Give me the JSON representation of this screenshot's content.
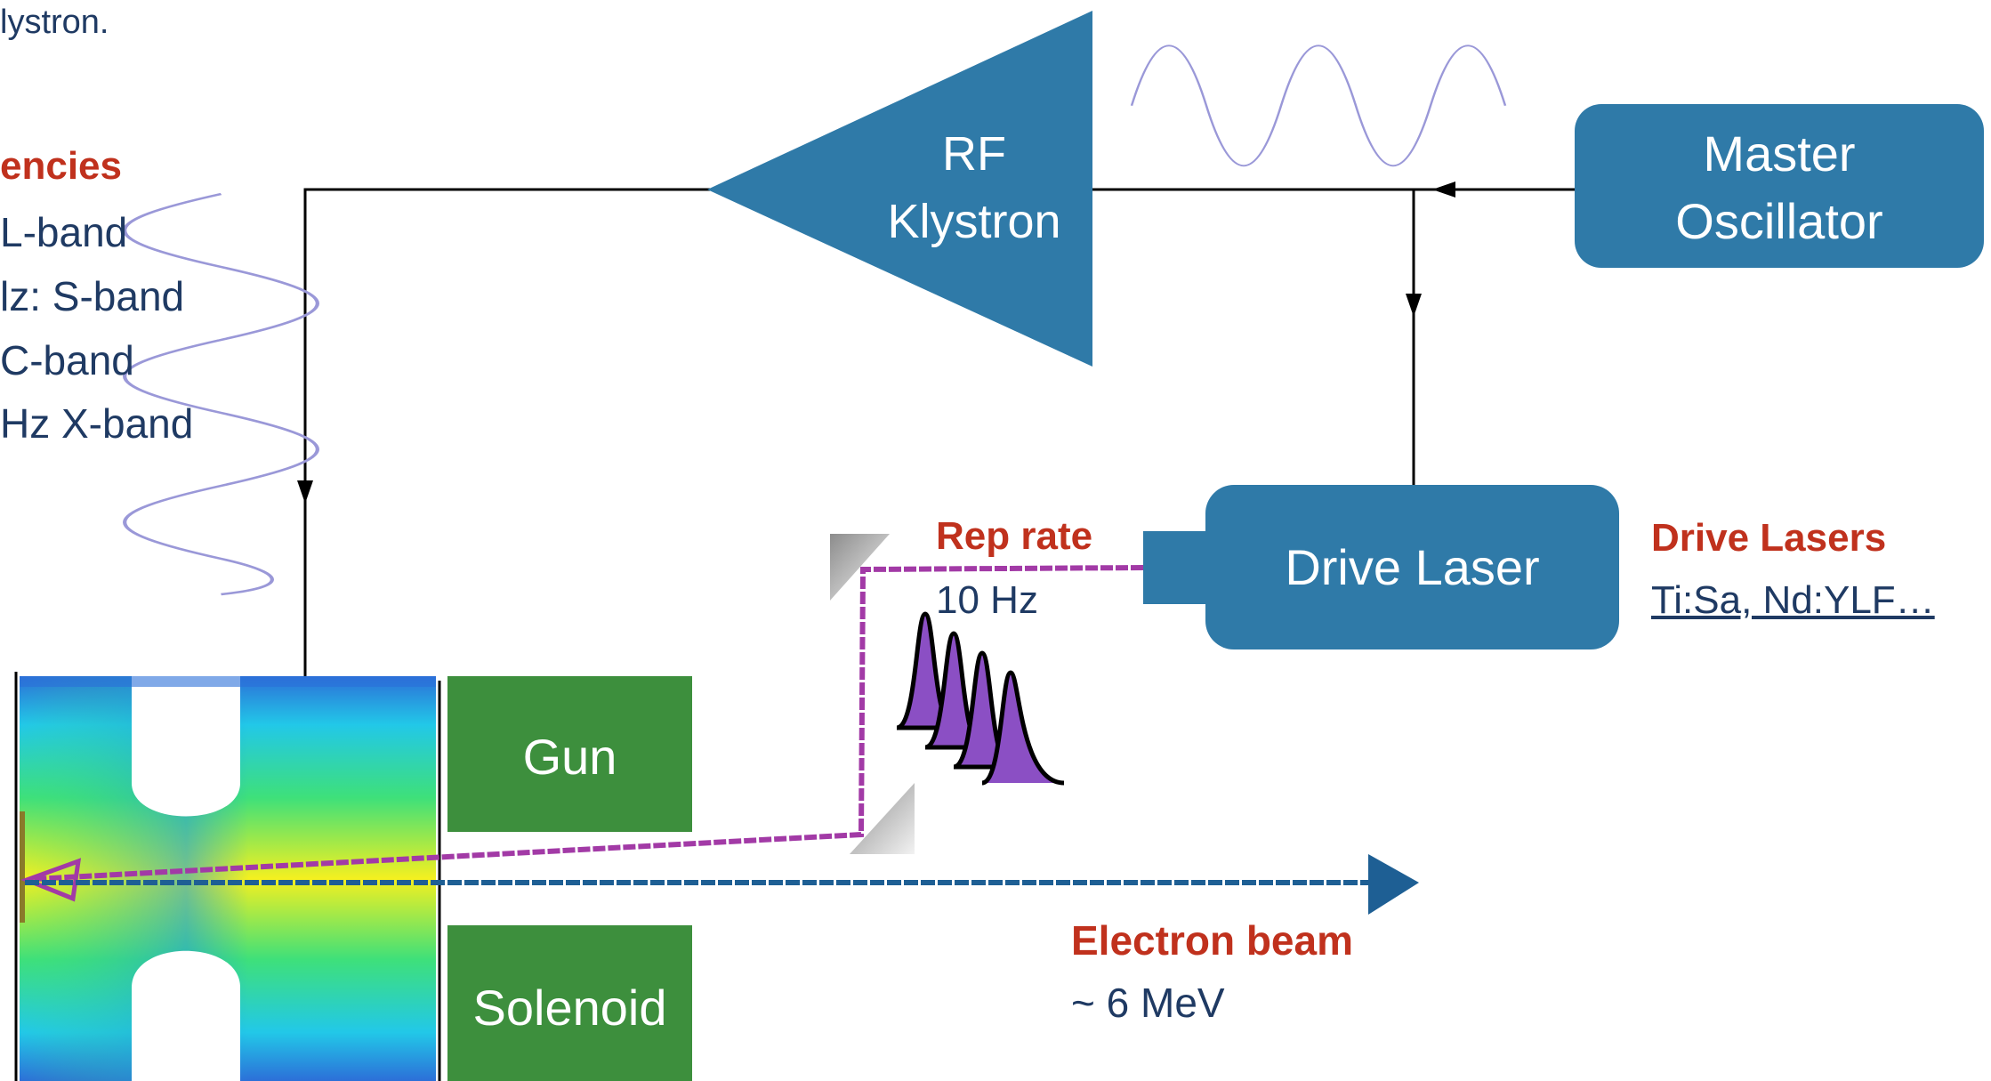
{
  "text": {
    "top_fragment": "lystron.",
    "freq_heading_fragment": "encies",
    "freq_items": [
      "L-band",
      "lz: S-band",
      "C-band",
      "Hz X-band"
    ],
    "klystron_line1": "RF",
    "klystron_line2": "Klystron",
    "oscillator_line1": "Master",
    "oscillator_line2": "Oscillator",
    "drive_laser_box": "Drive Laser",
    "drive_lasers_heading": "Drive Lasers",
    "drive_lasers_types": "Ti:Sa, Nd:YLF…",
    "rep_rate_heading": "Rep rate",
    "rep_rate_value": "10 Hz",
    "gun_label": "Gun",
    "solenoid_label": "Solenoid",
    "electron_beam_heading": "Electron beam",
    "electron_beam_energy": "~ 6 MeV"
  },
  "colors": {
    "component_blue": "#2f7aa8",
    "accent_red": "#c0311d",
    "text_navy": "#1f3a63",
    "laser_magenta": "#a23aa6",
    "pulse_purple": "#8b4fc4",
    "beam_blue": "#1e5f94",
    "gun_green": "#3d8f3d",
    "wave_lavender": "#9a98d8"
  }
}
